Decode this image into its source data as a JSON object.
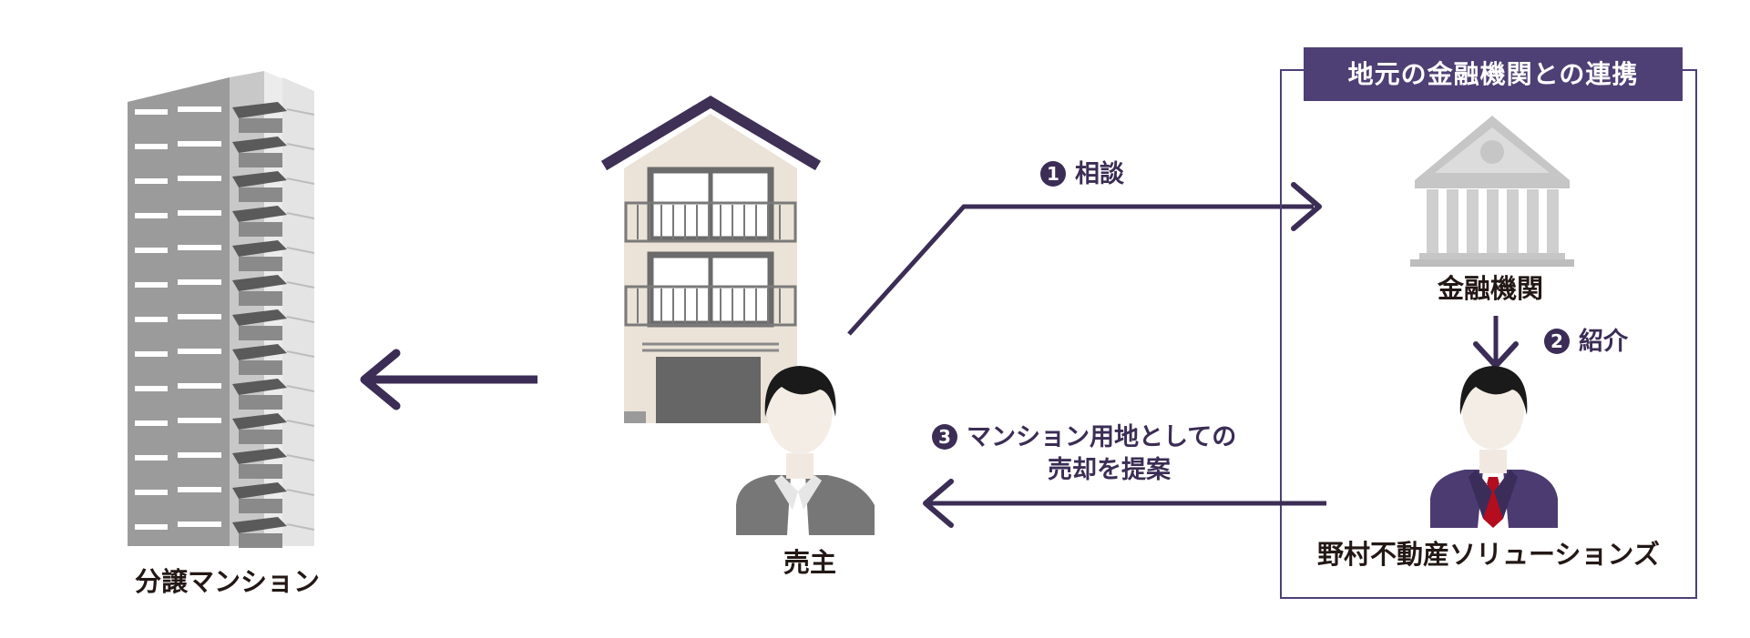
{
  "labels": {
    "condo": "分譲マンション",
    "seller": "売主",
    "bank": "金融機関",
    "company": "野村不動産ソリューションズ"
  },
  "steps": [
    {
      "num": "1",
      "label": "相談"
    },
    {
      "num": "2",
      "label": "紹介"
    },
    {
      "num": "3",
      "label_line1": "マンション用地としての",
      "label_line2": "売却を提案"
    }
  ],
  "partnership_title": "地元の金融機関との連携",
  "colors": {
    "accent": "#3b2d55",
    "badge": "#4e3f74",
    "building_gray": "#9a9a9a",
    "text": "#231815"
  }
}
